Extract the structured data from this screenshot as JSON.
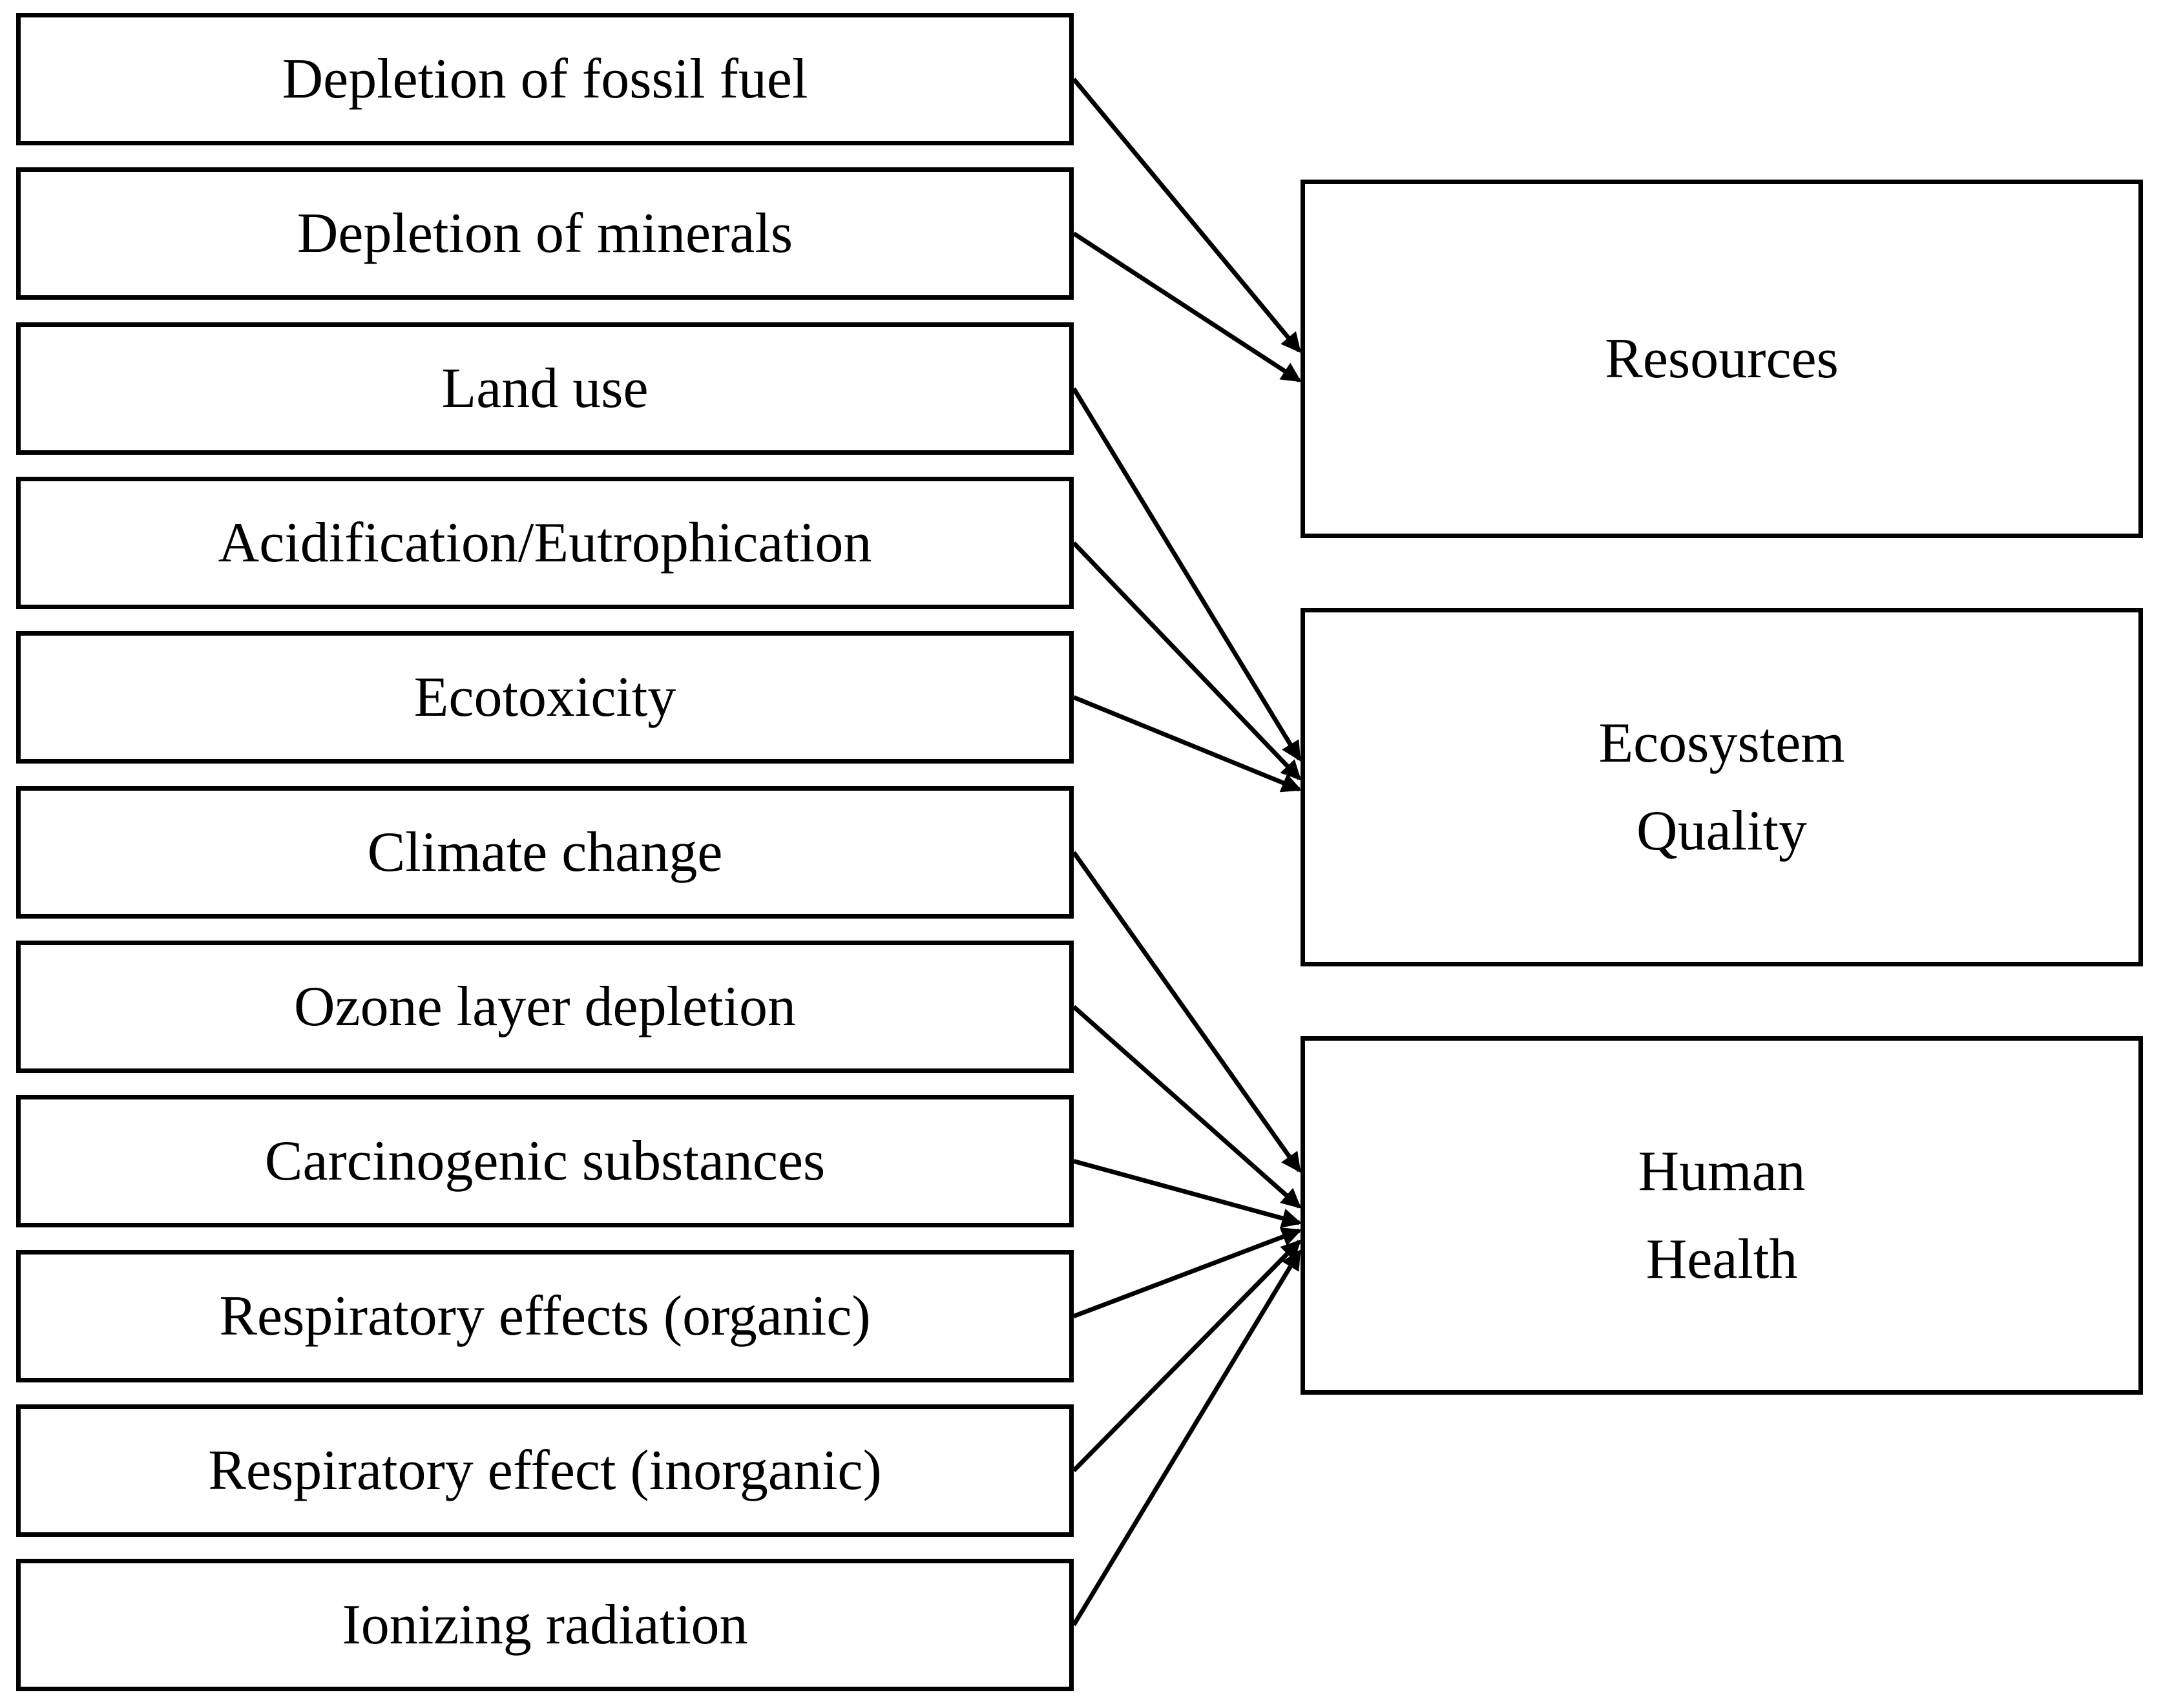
{
  "diagram": {
    "background_color": "#ffffff",
    "box_fill_color": "#ffffff",
    "line_color": "#000000",
    "impact_categories": [
      {
        "label": "Depletion of fossil fuel",
        "target": "resources"
      },
      {
        "label": "Depletion of minerals",
        "target": "resources"
      },
      {
        "label": "Land use",
        "target": "ecosystem-quality"
      },
      {
        "label": "Acidification/Eutrophication",
        "target": "ecosystem-quality"
      },
      {
        "label": "Ecotoxicity",
        "target": "ecosystem-quality"
      },
      {
        "label": "Climate change",
        "target": "human-health"
      },
      {
        "label": "Ozone layer depletion",
        "target": "human-health"
      },
      {
        "label": "Carcinogenic substances",
        "target": "human-health"
      },
      {
        "label": "Respiratory effects (organic)",
        "target": "human-health"
      },
      {
        "label": "Respiratory effect (inorganic)",
        "target": "human-health"
      },
      {
        "label": "Ionizing radiation",
        "target": "human-health"
      }
    ],
    "damage_categories": [
      {
        "id": "resources",
        "lines": [
          "Resources"
        ]
      },
      {
        "id": "ecosystem-quality",
        "lines": [
          "Ecosystem",
          "Quality"
        ]
      },
      {
        "id": "human-health",
        "lines": [
          "Human",
          "Health"
        ]
      }
    ]
  }
}
